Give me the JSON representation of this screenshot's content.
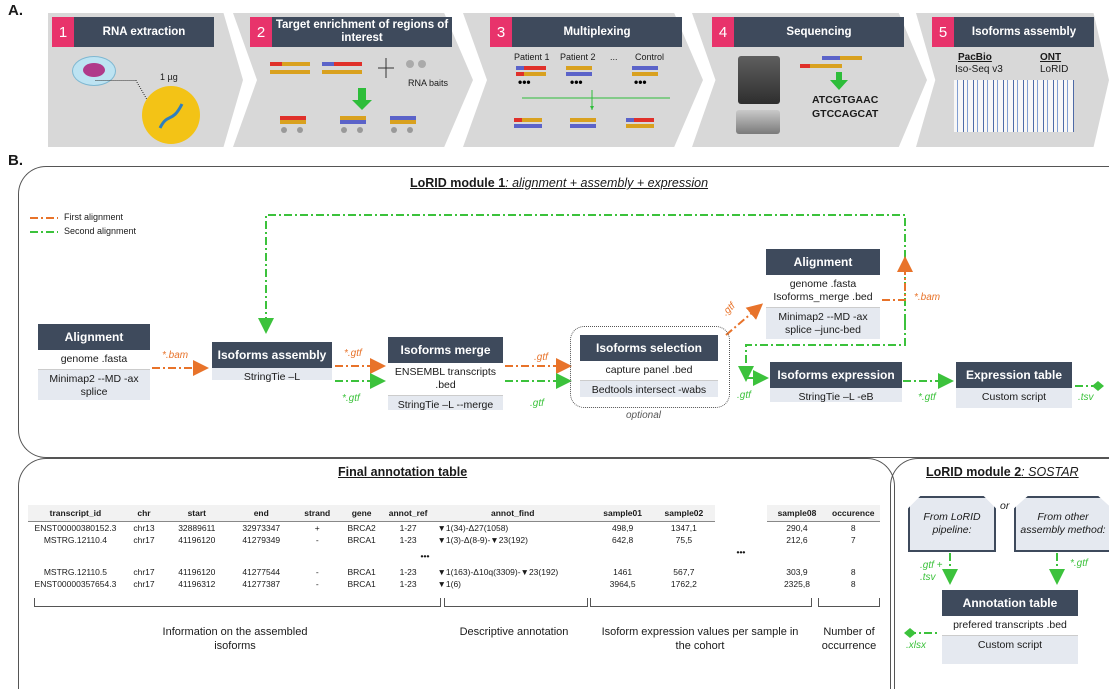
{
  "sections": {
    "a": "A.",
    "b": "B."
  },
  "steps": [
    {
      "num": "1",
      "title": "RNA extraction",
      "note": "1 µg"
    },
    {
      "num": "2",
      "title": "Target enrichment of regions of interest",
      "note": "RNA baits"
    },
    {
      "num": "3",
      "title": "Multiplexing",
      "patients": [
        "Patient 1",
        "Patient 2",
        "...",
        "Control"
      ]
    },
    {
      "num": "4",
      "title": "Sequencing",
      "seq1": "ATCGTGAAC",
      "seq2": "GTCCAGCAT"
    },
    {
      "num": "5",
      "title": "Isoforms assembly",
      "pacbio": "PacBio",
      "pacbio_tool": "Iso-Seq v3",
      "ont": "ONT",
      "ont_tool": "LoRID"
    }
  ],
  "module1": {
    "title_bold": "LoRID module 1",
    "title_rest": ": alignment + assembly + expression",
    "legend": [
      "First alignment",
      "Second alignment"
    ],
    "align1": {
      "hd": "Alignment",
      "r1": "genome .fasta",
      "r2": "Minimap2 --MD -ax splice"
    },
    "assembly": {
      "hd": "Isoforms assembly",
      "r1": "StringTie –L"
    },
    "merge": {
      "hd": "Isoforms merge",
      "r1": "ENSEMBL transcripts .bed",
      "r2": "StringTie –L --merge"
    },
    "selection": {
      "hd": "Isoforms selection",
      "r1": "capture panel .bed",
      "r2": "Bedtools intersect -wabs",
      "opt": "optional"
    },
    "align2": {
      "hd": "Alignment",
      "r1": "genome .fasta",
      "r1b": "Isoforms_merge .bed",
      "r2": "Minimap2 --MD -ax splice –junc-bed"
    },
    "expression": {
      "hd": "Isoforms expression",
      "r1": "StringTie –L -eB"
    },
    "exptable": {
      "hd": "Expression table",
      "r1": "Custom script"
    },
    "labels": {
      "bam": "*.bam",
      "gtf": "*.gtf",
      "gtf2": ".gtf",
      "tsv": ".tsv"
    }
  },
  "final": {
    "title": "Final annotation table",
    "headers": [
      "transcript_id",
      "chr",
      "start",
      "end",
      "strand",
      "gene",
      "annot_ref",
      "annot_find",
      "sample01",
      "sample02",
      "sample08",
      "occurence"
    ],
    "rows": [
      [
        "ENST00000380152.3",
        "chr13",
        "32889611",
        "32973347",
        "+",
        "BRCA2",
        "1-27",
        "▼1(34)-Δ27(1058)",
        "498,9",
        "1347,1",
        "290,4",
        "8"
      ],
      [
        "MSTRG.12110.4",
        "chr17",
        "41196120",
        "41279349",
        "-",
        "BRCA1",
        "1-23",
        "▼1(3)-Δ(8-9)-▼23(192)",
        "642,8",
        "75,5",
        "212,6",
        "7"
      ],
      [
        "MSTRG.12110.5",
        "chr17",
        "41196120",
        "41277544",
        "-",
        "BRCA1",
        "1-23",
        "▼1(163)-Δ10q(3309)-▼23(192)",
        "1461",
        "567,7",
        "303,9",
        "8"
      ],
      [
        "ENST00000357654.3",
        "chr17",
        "41196312",
        "41277387",
        "-",
        "BRCA1",
        "1-23",
        "▼1(6)",
        "3964,5",
        "1762,2",
        "2325,8",
        "8"
      ]
    ],
    "ellipsis": "•••",
    "captions": [
      "Information on the assembled isoforms",
      "Descriptive annotation",
      "Isoform expression values per sample in the cohort",
      "Number of occurrence"
    ]
  },
  "module2": {
    "title_bold": "LoRID module 2",
    "title_rest": ": SOSTAR",
    "from1": "From LoRID pipeline:",
    "or": "or",
    "from2": "From other assembly method:",
    "lbl1": ".gtf + .tsv",
    "lbl2": "*.gtf",
    "annot": {
      "hd": "Annotation table",
      "r1": "prefered transcripts .bed",
      "r2": "Custom script"
    },
    "xlsx": ".xlsx"
  },
  "colors": {
    "dark": "#3e4a5c",
    "pink": "#e8336b",
    "orange": "#e8732a",
    "green": "#3cc23c"
  }
}
